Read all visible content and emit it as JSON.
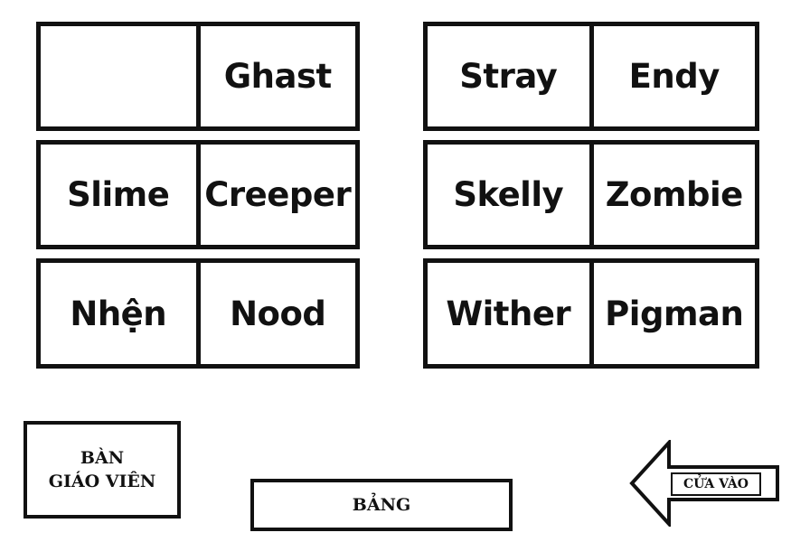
{
  "desks": [
    {
      "left": "",
      "right": "Ghast"
    },
    {
      "left": "Stray",
      "right": "Endy"
    },
    {
      "left": "Slime",
      "right": "Creeper"
    },
    {
      "left": "Skelly",
      "right": "Zombie"
    },
    {
      "left": "Nhện",
      "right": "Nood"
    },
    {
      "left": "Wither",
      "right": "Pigman"
    }
  ],
  "teacher_desk": {
    "line1": "BÀN",
    "line2": "GIÁO VIÊN"
  },
  "board": "BẢNG",
  "entrance": {
    "label": "CỬA VÀO",
    "icon": "arrow-left-icon"
  }
}
